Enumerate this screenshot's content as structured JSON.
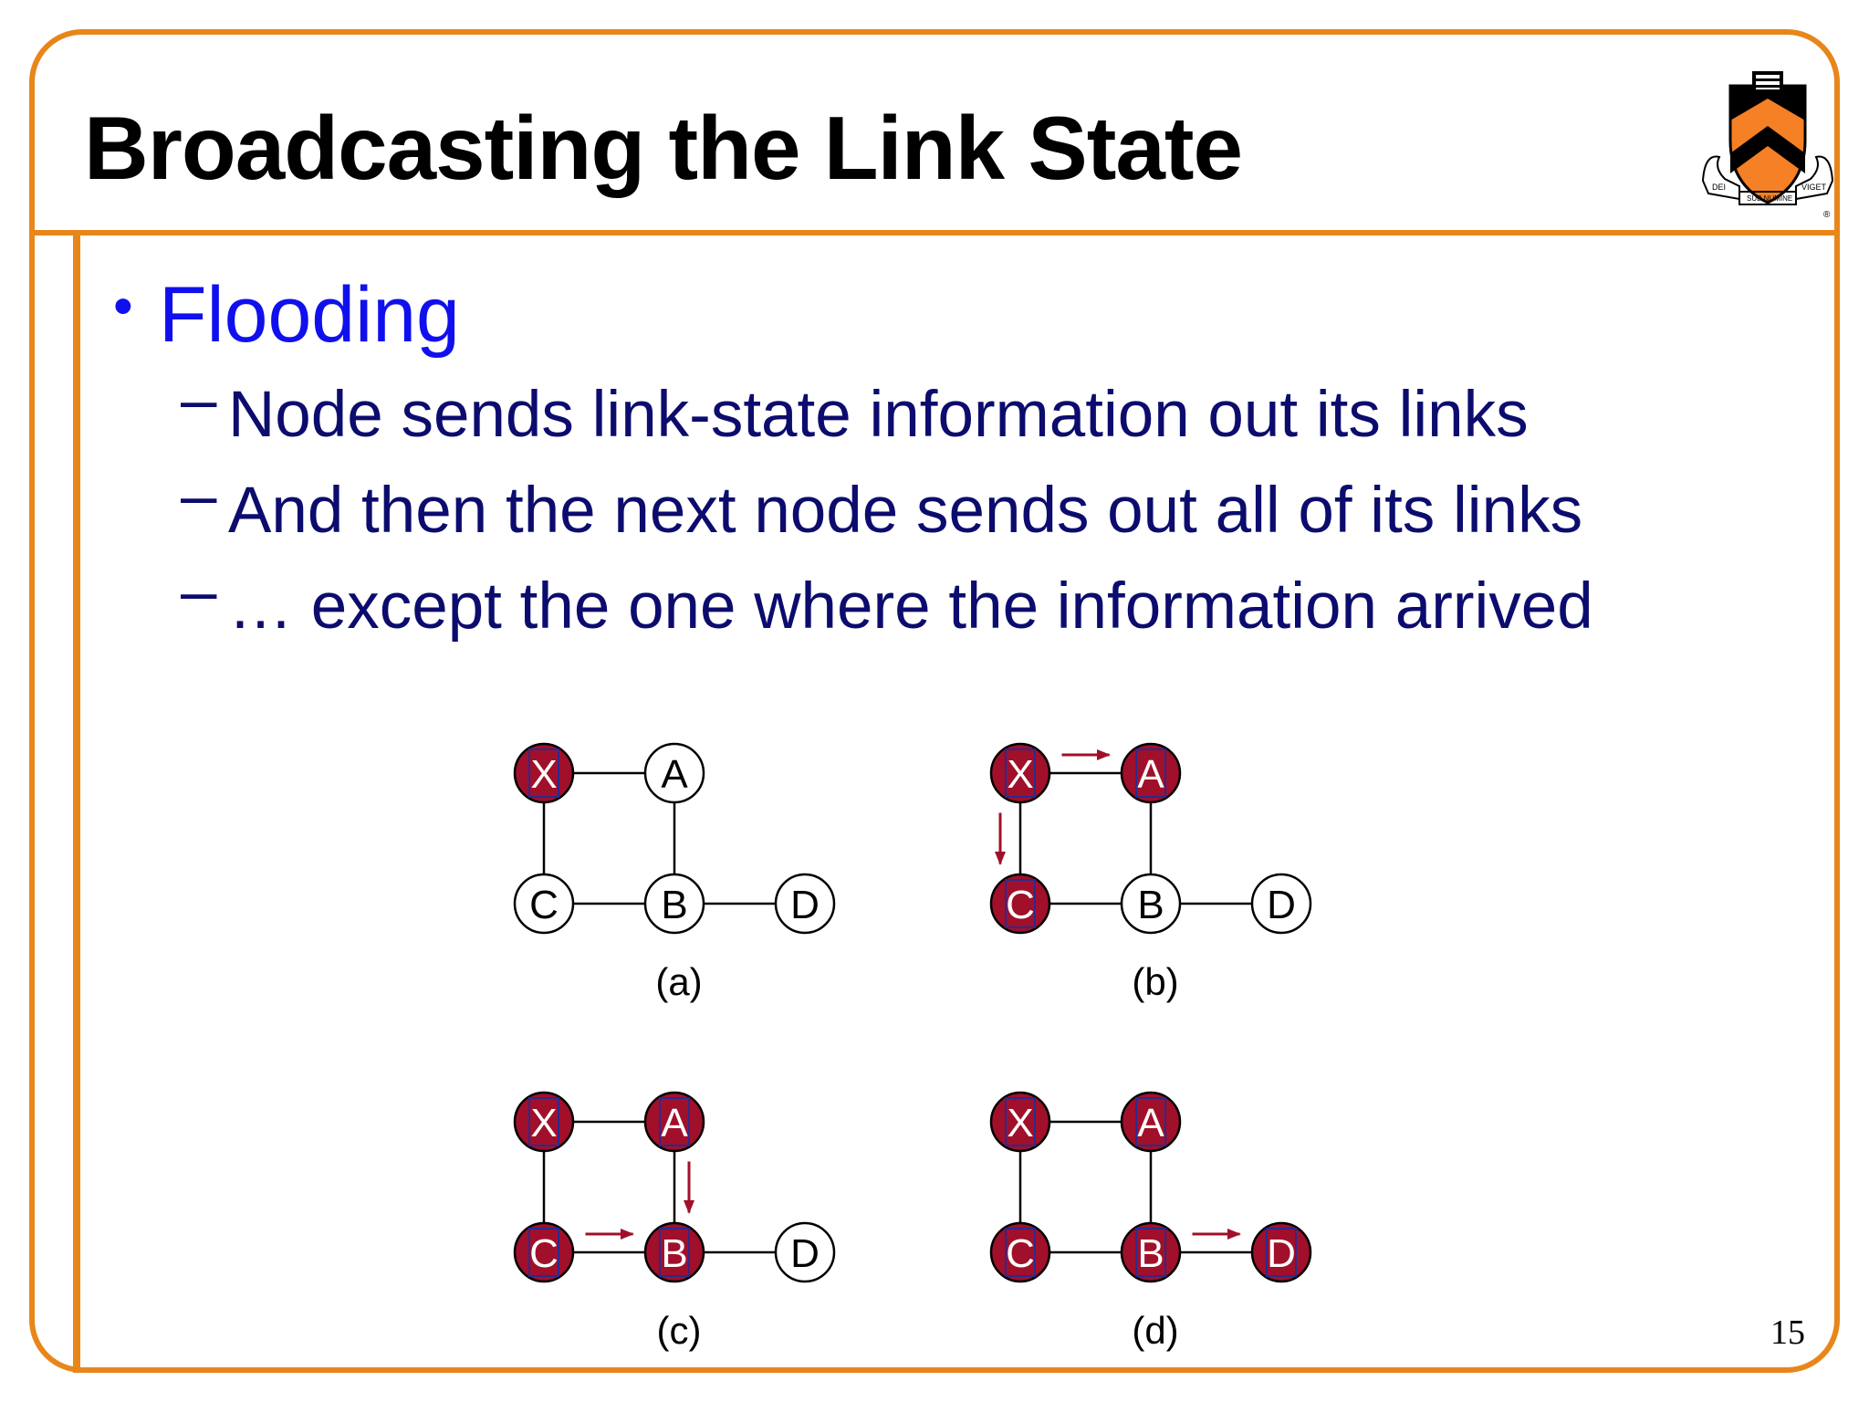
{
  "slide": {
    "title": "Broadcasting the Link State",
    "page_number": "15"
  },
  "bullet": {
    "label": "Flooding",
    "subitems": [
      "Node sends link-state information out its links",
      "And then the next node sends out all of its links",
      "… except the one where the information arrived"
    ]
  },
  "logo": {
    "motto_left": "DEI",
    "motto_center": "SUB NUMINE",
    "motto_right": "VIGET",
    "mark": "®"
  },
  "colors": {
    "frame": "#E8861A",
    "title": "#000000",
    "bullet": "#1010EE",
    "subitem": "#0C0C6E",
    "node_fill_active": "#A0102A",
    "node_fill_inactive": "#FFFFFF",
    "arrow": "#A0102A",
    "shield_orange": "#F58025"
  },
  "diagrams": [
    {
      "caption": "(a)",
      "nodes": [
        {
          "id": "X",
          "active": true
        },
        {
          "id": "A",
          "active": false
        },
        {
          "id": "C",
          "active": false
        },
        {
          "id": "B",
          "active": false
        },
        {
          "id": "D",
          "active": false
        }
      ],
      "arrows": []
    },
    {
      "caption": "(b)",
      "nodes": [
        {
          "id": "X",
          "active": true
        },
        {
          "id": "A",
          "active": true
        },
        {
          "id": "C",
          "active": true
        },
        {
          "id": "B",
          "active": false
        },
        {
          "id": "D",
          "active": false
        }
      ],
      "arrows": [
        {
          "from": "X",
          "to": "A"
        },
        {
          "from": "X",
          "to": "C"
        }
      ]
    },
    {
      "caption": "(c)",
      "nodes": [
        {
          "id": "X",
          "active": true
        },
        {
          "id": "A",
          "active": true
        },
        {
          "id": "C",
          "active": true
        },
        {
          "id": "B",
          "active": true
        },
        {
          "id": "D",
          "active": false
        }
      ],
      "arrows": [
        {
          "from": "A",
          "to": "B"
        },
        {
          "from": "C",
          "to": "B"
        }
      ]
    },
    {
      "caption": "(d)",
      "nodes": [
        {
          "id": "X",
          "active": true
        },
        {
          "id": "A",
          "active": true
        },
        {
          "id": "C",
          "active": true
        },
        {
          "id": "B",
          "active": true
        },
        {
          "id": "D",
          "active": true
        }
      ],
      "arrows": [
        {
          "from": "B",
          "to": "D"
        }
      ]
    }
  ],
  "edges": [
    [
      "X",
      "A"
    ],
    [
      "X",
      "C"
    ],
    [
      "A",
      "B"
    ],
    [
      "C",
      "B"
    ],
    [
      "B",
      "D"
    ]
  ]
}
